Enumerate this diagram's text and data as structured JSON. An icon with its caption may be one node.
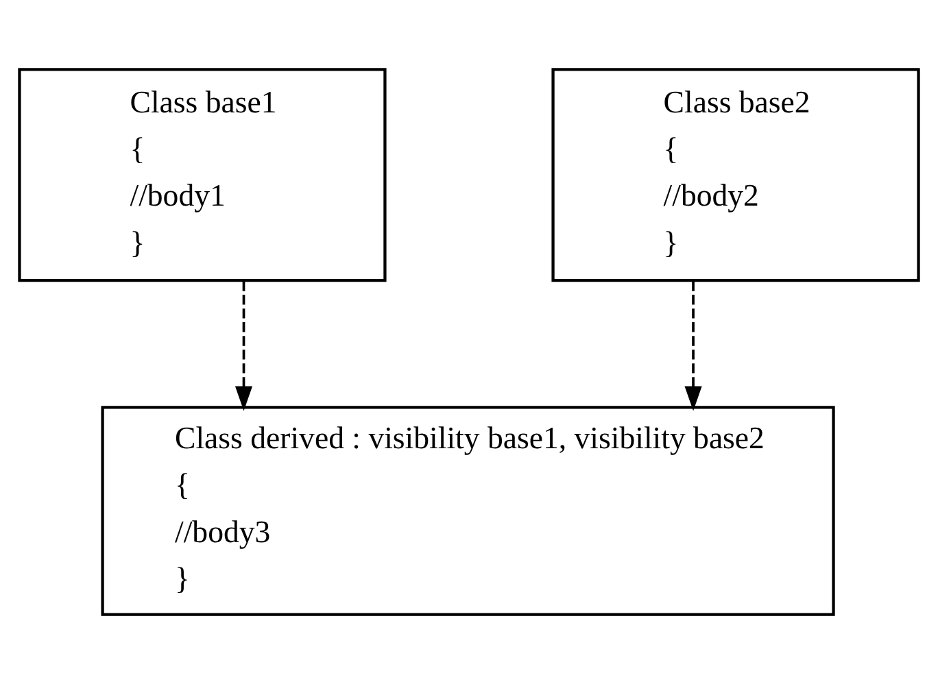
{
  "diagram": {
    "nodes": [
      {
        "text": [
          "Class base1",
          "{",
          "//body1",
          "}"
        ]
      },
      {
        "text": [
          "Class base2",
          "{",
          "//body2",
          "}"
        ]
      },
      {
        "text": [
          "Class derived : visibility base1, visibility base2",
          "{",
          "//body3",
          "}"
        ]
      }
    ],
    "edges": [
      {
        "from": 0,
        "to": 2,
        "arrow": "to",
        "style": "dashed"
      },
      {
        "from": 1,
        "to": 2,
        "arrow": "to",
        "style": "dashed"
      }
    ]
  }
}
